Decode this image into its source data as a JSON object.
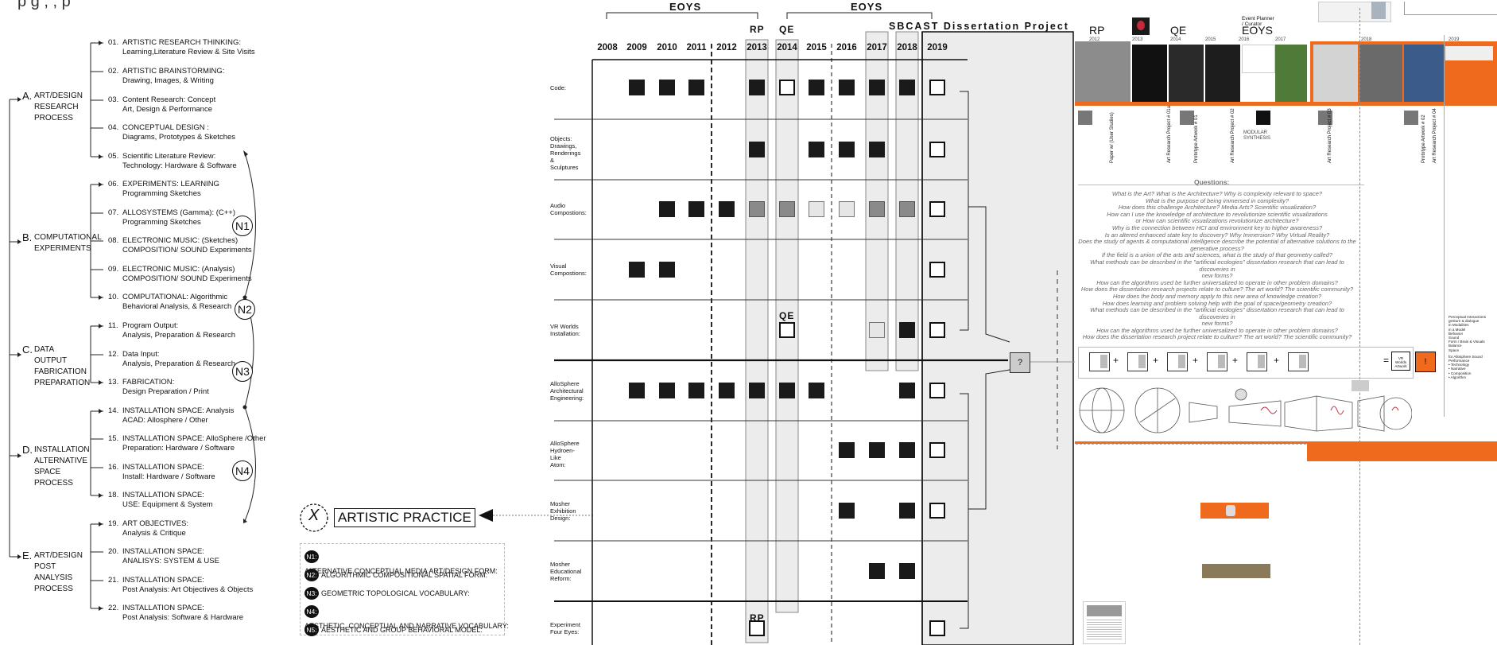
{
  "header_text": "p       g       ,       ,    p",
  "sections": [
    {
      "letter": "A.",
      "title": [
        "ART/DESIGN",
        "RESEARCH",
        "PROCESS"
      ],
      "items": [
        {
          "num": "01.",
          "lines": [
            "ARTISTIC RESEARCH THINKING:",
            "Learning,Literature Review & Site Visits"
          ]
        },
        {
          "num": "02.",
          "lines": [
            "ARTISTIC BRAINSTORMING:",
            "Drawing, Images, & Writing"
          ]
        },
        {
          "num": "03.",
          "lines": [
            "Content Research: Concept",
            "Art, Design & Performance"
          ]
        },
        {
          "num": "04.",
          "lines": [
            "CONCEPTUAL DESIGN :",
            "Diagrams, Prototypes & Sketches"
          ]
        },
        {
          "num": "05.",
          "lines": [
            "Scientific Literature Review:",
            "Technology: Hardware & Software"
          ]
        }
      ]
    },
    {
      "letter": "B.",
      "title": [
        "COMPUTATIONAL",
        "EXPERIMENTS"
      ],
      "items": [
        {
          "num": "06.",
          "lines": [
            "EXPERIMENTS: LEARNING",
            "Programming Sketches"
          ]
        },
        {
          "num": "07.",
          "lines": [
            "ALLOSYSTEMS (Gamma): (C++)",
            "Programming Sketches"
          ]
        },
        {
          "num": "08.",
          "lines": [
            "ELECTRONIC MUSIC: (Sketches)",
            "COMPOSITION/ SOUND Experiments"
          ]
        },
        {
          "num": "09.",
          "lines": [
            "ELECTRONIC MUSIC: (Analysis)",
            "COMPOSITION/ SOUND Experiments"
          ]
        },
        {
          "num": "10.",
          "lines": [
            "COMPUTATIONAL: Algorithmic",
            "Behavioral Analysis, & Research"
          ]
        }
      ]
    },
    {
      "letter": "C.",
      "title": [
        "DATA",
        "OUTPUT",
        "FABRICATION",
        "PREPARATION"
      ],
      "items": [
        {
          "num": "11.",
          "lines": [
            "Program Output:",
            "Analysis, Preparation & Research"
          ]
        },
        {
          "num": "12.",
          "lines": [
            "Data Input:",
            "Analysis, Preparation & Research"
          ]
        },
        {
          "num": "13.",
          "lines": [
            "FABRICATION:",
            "Design Preparation / Print"
          ]
        }
      ]
    },
    {
      "letter": "D.",
      "title": [
        "INSTALLATION",
        "ALTERNATIVE",
        "SPACE",
        "PROCESS"
      ],
      "items": [
        {
          "num": "14.",
          "lines": [
            "INSTALLATION SPACE: Analysis",
            "ACAD: Allosphere / Other"
          ]
        },
        {
          "num": "15.",
          "lines": [
            "INSTALLATION SPACE: AlloSphere /Other",
            "Preparation:  Hardware / Software"
          ]
        },
        {
          "num": "16.",
          "lines": [
            "INSTALLATION SPACE:",
            "Install:   Hardware / Software"
          ]
        },
        {
          "num": "18.",
          "lines": [
            "INSTALLATION SPACE:",
            "USE: Equipment & System"
          ]
        }
      ]
    },
    {
      "letter": "E.",
      "title": [
        "ART/DESIGN",
        "POST",
        "ANALYSIS",
        "PROCESS"
      ],
      "items": [
        {
          "num": "19.",
          "lines": [
            "ART OBJECTIVES:",
            "Analysis & Critique"
          ]
        },
        {
          "num": "20.",
          "lines": [
            "INSTALLATION SPACE:",
            "ANALISYS: SYSTEM & USE"
          ]
        },
        {
          "num": "21.",
          "lines": [
            "INSTALLATION SPACE:",
            "Post Analysis: Art Objectives & Objects"
          ]
        },
        {
          "num": "22.",
          "lines": [
            "INSTALLATION SPACE:",
            "Post Analysis: Software & Hardware"
          ]
        }
      ]
    }
  ],
  "n_markers": [
    "N1",
    "N2",
    "N3",
    "N4"
  ],
  "artistic_practice": {
    "symbol": "X",
    "label": "ARTISTIC PRACTICE"
  },
  "legend": [
    {
      "badge": "N1:",
      "text": "ALTERNATIVE CONCEPTUAL MEDIA ART/DESIGN FORM:"
    },
    {
      "badge": "N2:",
      "text": "ALGORITHMIC COMPOSITIONAL SPATIAL FORM:"
    },
    {
      "badge": "N3:",
      "text": "GEOMETRIC TOPOLOGICAL VOCABULARY:"
    },
    {
      "badge": "N4:",
      "text": "AESTHETIC, CONCEPTUAL AND  NARRATIVE VOCABULARY:"
    },
    {
      "badge": "N5:",
      "text": "AESTHETIC AND  GROUP BEHAVIORAL MODEL:"
    }
  ],
  "timeline": {
    "years": [
      "2008",
      "2009",
      "2010",
      "2011",
      "2012",
      "2013",
      "2014",
      "2015",
      "2016",
      "2017",
      "2018",
      "2019"
    ],
    "brackets": [
      "EOYS",
      "EOYS"
    ],
    "milestones": {
      "rp": "RP",
      "qe": "QE",
      "qe_inline": "QE",
      "rp_bottom": "RP"
    },
    "project_title": "SBCAST Dissertation Project",
    "rows": [
      {
        "label": [
          "Code:"
        ],
        "cells": [
          "",
          "F",
          "F",
          "F",
          "",
          "F",
          "E",
          "F",
          "F",
          "F",
          "F",
          "E"
        ]
      },
      {
        "label": [
          "Objects:",
          "Drawings,",
          "Renderings",
          "& Sculptures"
        ],
        "cells": [
          "",
          "",
          "",
          "",
          "",
          "F",
          "",
          "F",
          "F",
          "F",
          "",
          "E"
        ]
      },
      {
        "label": [
          "Audio",
          "Compostions:"
        ],
        "cells": [
          "",
          "",
          "F",
          "F",
          "F",
          "G",
          "G",
          "L",
          "L",
          "G",
          "G",
          "E"
        ]
      },
      {
        "label": [
          "Visual",
          "Compostions:"
        ],
        "cells": [
          "",
          "F",
          "F",
          "",
          "",
          "",
          "",
          "",
          "",
          "",
          "",
          "E"
        ]
      },
      {
        "label": [
          "VR Worlds",
          "Installation:"
        ],
        "cells": [
          "",
          "",
          "",
          "",
          "",
          "",
          "E",
          "",
          "",
          "L",
          "F",
          "E"
        ]
      },
      {
        "label": [
          "AlloSphere",
          "Architectural",
          "Engineering:"
        ],
        "cells": [
          "",
          "F",
          "F",
          "F",
          "F",
          "F",
          "F",
          "F",
          "",
          "",
          "F",
          "E"
        ]
      },
      {
        "label": [
          "AlloSphere",
          "Hydroen-Like",
          "Atom:"
        ],
        "cells": [
          "",
          "",
          "",
          "",
          "",
          "",
          "",
          "",
          "F",
          "F",
          "F",
          "E"
        ]
      },
      {
        "label": [
          "Mosher",
          "Exhibition",
          "Design:"
        ],
        "cells": [
          "",
          "",
          "",
          "",
          "",
          "",
          "",
          "",
          "F",
          "",
          "F",
          "E"
        ]
      },
      {
        "label": [
          "Mosher",
          "Educational",
          "Reform:"
        ],
        "cells": [
          "",
          "",
          "",
          "",
          "",
          "",
          "",
          "",
          "",
          "F",
          "F",
          ""
        ]
      },
      {
        "label": [
          "Experiment",
          "Four Eyes:"
        ],
        "cells": [
          "",
          "",
          "",
          "",
          "",
          "E",
          "",
          "",
          "",
          "",
          "",
          "E"
        ]
      }
    ],
    "question_mark": "?"
  },
  "right_panel": {
    "labels": {
      "rp": "RP",
      "qe": "QE",
      "eoys": "EOYS",
      "event_planner": [
        "Event Planner",
        "/ Curator"
      ]
    },
    "years": [
      "2012",
      "2013",
      "2014",
      "2015",
      "2016",
      "2017",
      "2018",
      "2019"
    ],
    "modular": [
      "MODULAR",
      "SYNTHESIS"
    ],
    "vertical_labels": [
      "Paper  w/ (User Studies)",
      "Art Research Project # 01a",
      "Prototype Artwork # 01",
      "Art Research Project # 02",
      "Art Research Project # 03",
      "Prototype Artwork # 02",
      "Art Research Project # 04"
    ],
    "questions_title": "Questions:",
    "questions": [
      "What is the Art? What is the Architecture? Why is complexity relevant to space?",
      "What is the purpose of being immersed in complexity?",
      "How does this challenge Architecture? Media Arts? Scientific visualization?",
      "How can I use the knowledge of architecture to revolutionize scientific visualizations",
      "or How can scientific visualizations revolutionize architecture?",
      "Why is the connection between HCI and environment key to higher awareness?",
      "Is an altered enhanced state key to discovery?  Why Immersion?  Why Virtual Reality?",
      "Does the study of agents & computational intelligence describe the potential of alternative solutions to the",
      "generative process?",
      "If the field is a union of the arts and sciences, what is the study of that geometry called?",
      "What methods can be described in the \"artificial ecologies\" dissertation research that can lead to discoveries in",
      "new forms?",
      "How can the algorithms used be further universalized to operate in other problem domains?",
      "How does the dissertation research projects relate to culture? The art world? The scientific community?",
      "How does the body and memory apply to this new area of knowledge creation?",
      "How does learning and problem solving help with the goal of space/geometry creation?",
      "What methods can be described in the \"artificial ecologies\" dissertation research that can lead to discoveries in",
      "new forms?",
      "How can the algorithms used be further universalized to operate in other problem domains?",
      "How does the dissertation research project relate to culture? The art world? The scientific community?"
    ],
    "formula_ops": [
      "+",
      "+",
      "+",
      "+",
      "+",
      "="
    ],
    "vr_box": [
      "VR",
      "Worlds",
      "Artwork"
    ],
    "exclaim": "!",
    "side_notes": [
      "Perceptual Interactions",
      "gesture & dialogue",
      "in Modalities",
      "in a Model",
      "Behavior",
      "Sound",
      "Form / Brain & Visuals",
      "Balance",
      "Space",
      "for Allosphere Sound",
      "Performance",
      "• Technology",
      "• Narrative",
      "• Composition",
      "• Algorithm"
    ]
  },
  "colors": {
    "accent_orange": "#ef6a1c",
    "cell_black": "#1a1a1a",
    "band_gray": "#ececec"
  }
}
